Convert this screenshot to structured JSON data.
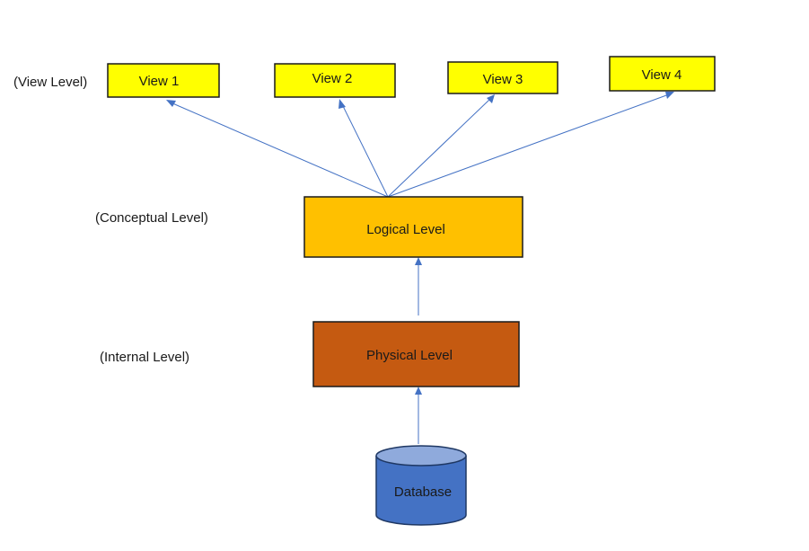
{
  "levels": {
    "view": "(View Level)",
    "conceptual": "(Conceptual Level)",
    "internal": "(Internal Level)"
  },
  "views": [
    {
      "label": "View 1"
    },
    {
      "label": "View 2"
    },
    {
      "label": "View 3"
    },
    {
      "label": "View 4"
    }
  ],
  "logical": {
    "label": "Logical Level"
  },
  "physical": {
    "label": "Physical Level"
  },
  "database": {
    "label": "Database"
  },
  "colors": {
    "view_fill": "#ffff00",
    "logical_fill": "#ffc000",
    "physical_fill": "#c55a11",
    "database_fill": "#4472c4",
    "database_top": "#8faadc",
    "arrow": "#4472c4",
    "border": "#1a1a1a"
  }
}
